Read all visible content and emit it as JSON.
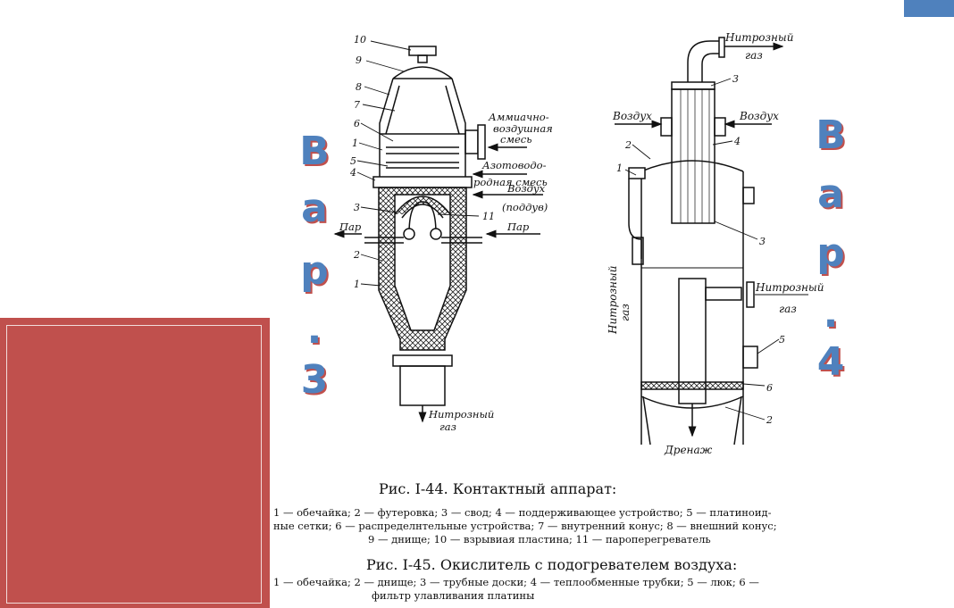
{
  "left_label": {
    "letters": [
      "В",
      "а",
      "р",
      ".",
      "3"
    ]
  },
  "right_label": {
    "letters": [
      "В",
      "а",
      "р",
      ".",
      "4"
    ]
  },
  "fig1": {
    "parts": [
      "10",
      "9",
      "8",
      "7",
      "6",
      "1",
      "5",
      "4",
      "3",
      "2",
      "1",
      "11"
    ],
    "labels": {
      "ammonia_air_1": "Аммиачно-",
      "ammonia_air_2": "воздушная",
      "ammonia_air_3": "смесь",
      "nitrogen_hydrogen_1": "Азотоводо-",
      "nitrogen_hydrogen_2": "родная смесь",
      "air": "Воздух",
      "blow": "(поддув)",
      "steam_left": "Пар",
      "steam_right": "Пар",
      "nitrous_gas_1": "Нитрозный",
      "nitrous_gas_2": "газ"
    }
  },
  "fig2": {
    "parts": [
      "3",
      "4",
      "2",
      "1",
      "3",
      "5",
      "6",
      "2"
    ],
    "labels": {
      "nitrous_top_1": "Нитрозный",
      "nitrous_top_2": "газ",
      "air_left": "Воздух",
      "air_right": "Воздух",
      "nitrous_left_1": "Нитрозный",
      "nitrous_left_2": "газ",
      "nitrous_right_1": "Нитрозный",
      "nitrous_right_2": "газ",
      "drain": "Дренаж"
    }
  },
  "captions": {
    "fig44_title": "Рис. I-44. Контактный аппарат:",
    "fig44_line1": "1 — обечайка; 2 — футеровка; 3 — свод; 4 — поддерживающее устройство; 5 — платиноид-",
    "fig44_line2": "ные сетки; 6 — распределнтельные устройства; 7 — внутренний конус; 8 — внешний конус;",
    "fig44_line3": "9 — днище; 10 — взрывиая пластина; 11 — пароперегреватель",
    "fig45_title": "Рис. I-45. Окислитель с подогревателем воздуха:",
    "fig45_line1": "1 — обечайка; 2 — днище; 3 — трубные доски; 4 — теплообменные трубки; 5 — люк; 6 —",
    "fig45_line2": "фильтр улавливания платины"
  }
}
